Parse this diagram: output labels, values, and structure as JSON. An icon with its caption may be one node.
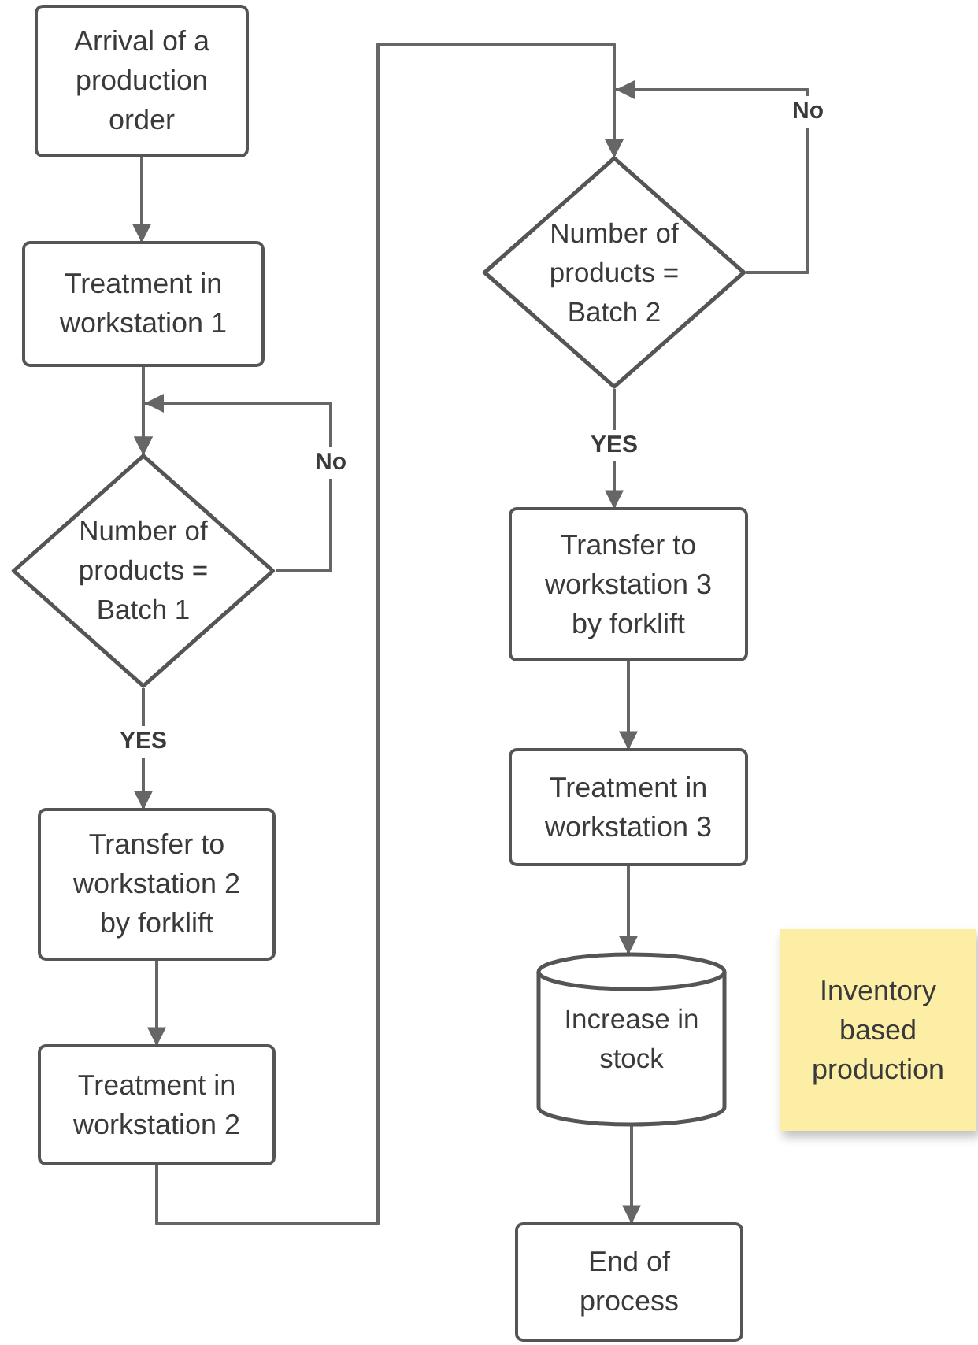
{
  "diagram": {
    "nodes": [
      {
        "text": [
          "Arrival of a production order"
        ]
      },
      {
        "text": [
          "Treatment in workstation 1"
        ]
      },
      {
        "text": [
          "Number of products = Batch 1"
        ]
      },
      {
        "text": [
          "Transfer to workstation 2 by forklift"
        ]
      },
      {
        "text": [
          "Treatment in workstation 2"
        ]
      },
      {
        "text": [
          "Number of products = Batch 2"
        ]
      },
      {
        "text": [
          "Transfer to workstation 3 by forklift"
        ]
      },
      {
        "text": [
          "Treatment in workstation 3"
        ]
      },
      {
        "text": [
          "Increase in stock"
        ]
      },
      {
        "text": [
          "End of process"
        ]
      },
      {
        "text": [
          "Inventory based production"
        ]
      }
    ],
    "edges": [
      {
        "from": 0,
        "to": 1,
        "arrow": "to"
      },
      {
        "from": 1,
        "to": 2,
        "arrow": "to"
      },
      {
        "from": 2,
        "to": 2,
        "arrow": "to",
        "label": "No"
      },
      {
        "from": 2,
        "to": 3,
        "arrow": "to",
        "label": "YES"
      },
      {
        "from": 3,
        "to": 4,
        "arrow": "to"
      },
      {
        "from": 4,
        "to": 5,
        "arrow": "to"
      },
      {
        "from": 5,
        "to": 5,
        "arrow": "to",
        "label": "No"
      },
      {
        "from": 5,
        "to": 6,
        "arrow": "to",
        "label": "YES"
      },
      {
        "from": 6,
        "to": 7,
        "arrow": "to"
      },
      {
        "from": 7,
        "to": 8,
        "arrow": "to"
      },
      {
        "from": 8,
        "to": 9,
        "arrow": "to"
      }
    ]
  }
}
